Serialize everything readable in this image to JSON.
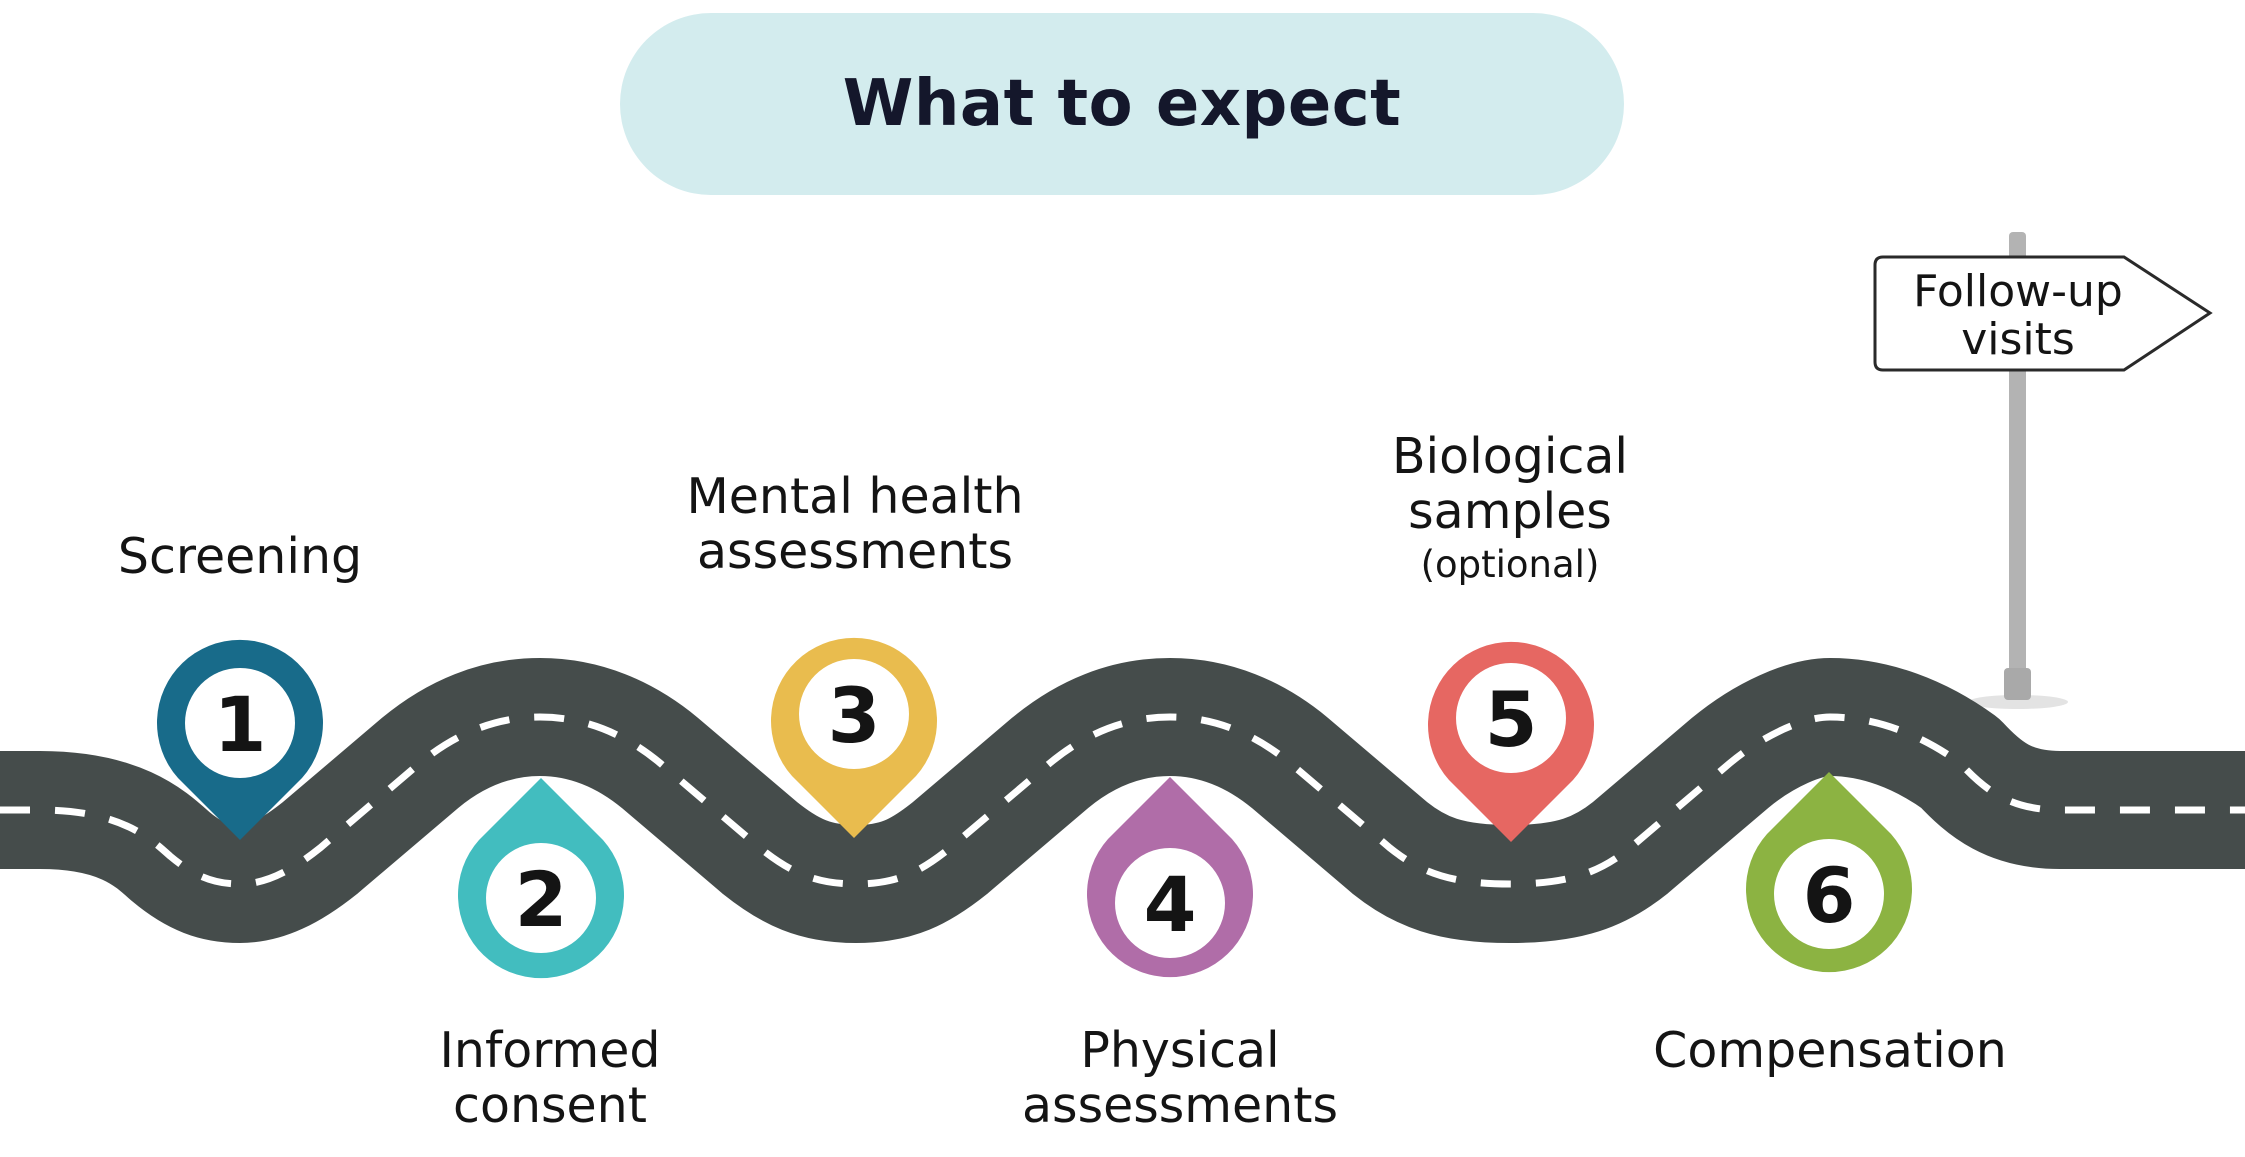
{
  "title": "What to expect",
  "colors": {
    "road": "#454c4b",
    "road_dash": "#ffffff",
    "title_pill": "#d3ecee",
    "sign_post": "#b3b3b3"
  },
  "steps": [
    {
      "number": "1",
      "label_lines": [
        "Screening"
      ],
      "color": "#186b8a"
    },
    {
      "number": "2",
      "label_lines": [
        "Informed",
        "consent"
      ],
      "color": "#42bdbf"
    },
    {
      "number": "3",
      "label_lines": [
        "Mental health",
        "assessments"
      ],
      "color": "#e9bc4e"
    },
    {
      "number": "4",
      "label_lines": [
        "Physical",
        "assessments"
      ],
      "color": "#b06da8"
    },
    {
      "number": "5",
      "label_lines": [
        "Biological",
        "samples"
      ],
      "note": "(optional)",
      "color": "#e66762"
    },
    {
      "number": "6",
      "label_lines": [
        "Compensation"
      ],
      "color": "#8cb342"
    }
  ],
  "sign": {
    "lines": [
      "Follow-up",
      "visits"
    ]
  }
}
